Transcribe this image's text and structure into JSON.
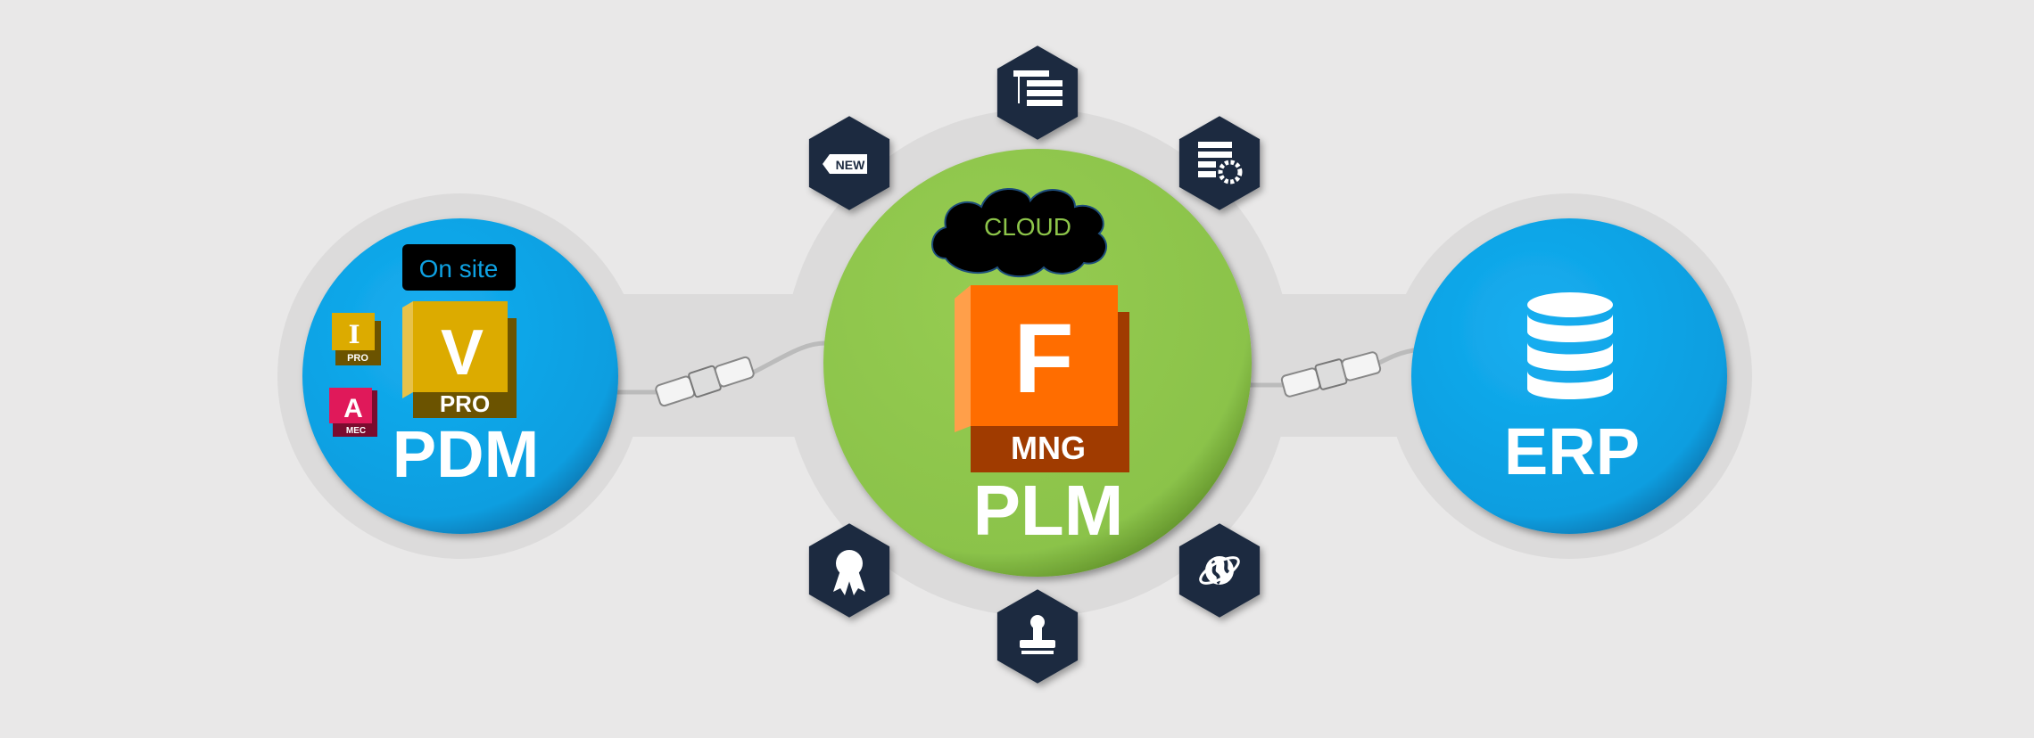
{
  "pdm": {
    "title": "PDM",
    "badge": "On site",
    "apps": [
      {
        "letter": "V",
        "tag": "PRO"
      },
      {
        "letter": "I",
        "tag": "PRO"
      },
      {
        "letter": "A",
        "tag": "MEC"
      }
    ]
  },
  "plm": {
    "title": "PLM",
    "cloud": "CLOUD",
    "app": {
      "letter": "F",
      "tag": "MNG"
    },
    "features": [
      {
        "icon": "hierarchy-list-icon"
      },
      {
        "icon": "new-tag-icon",
        "label": "NEW"
      },
      {
        "icon": "settings-list-icon"
      },
      {
        "icon": "award-ribbon-icon"
      },
      {
        "icon": "stamp-icon"
      },
      {
        "icon": "globe-icon"
      }
    ]
  },
  "erp": {
    "title": "ERP"
  },
  "colors": {
    "blue": "#0ea1e2",
    "green": "#8dc54a",
    "navy": "#1d2b40",
    "orange": "#f26a0b",
    "gold": "#d9a800"
  }
}
